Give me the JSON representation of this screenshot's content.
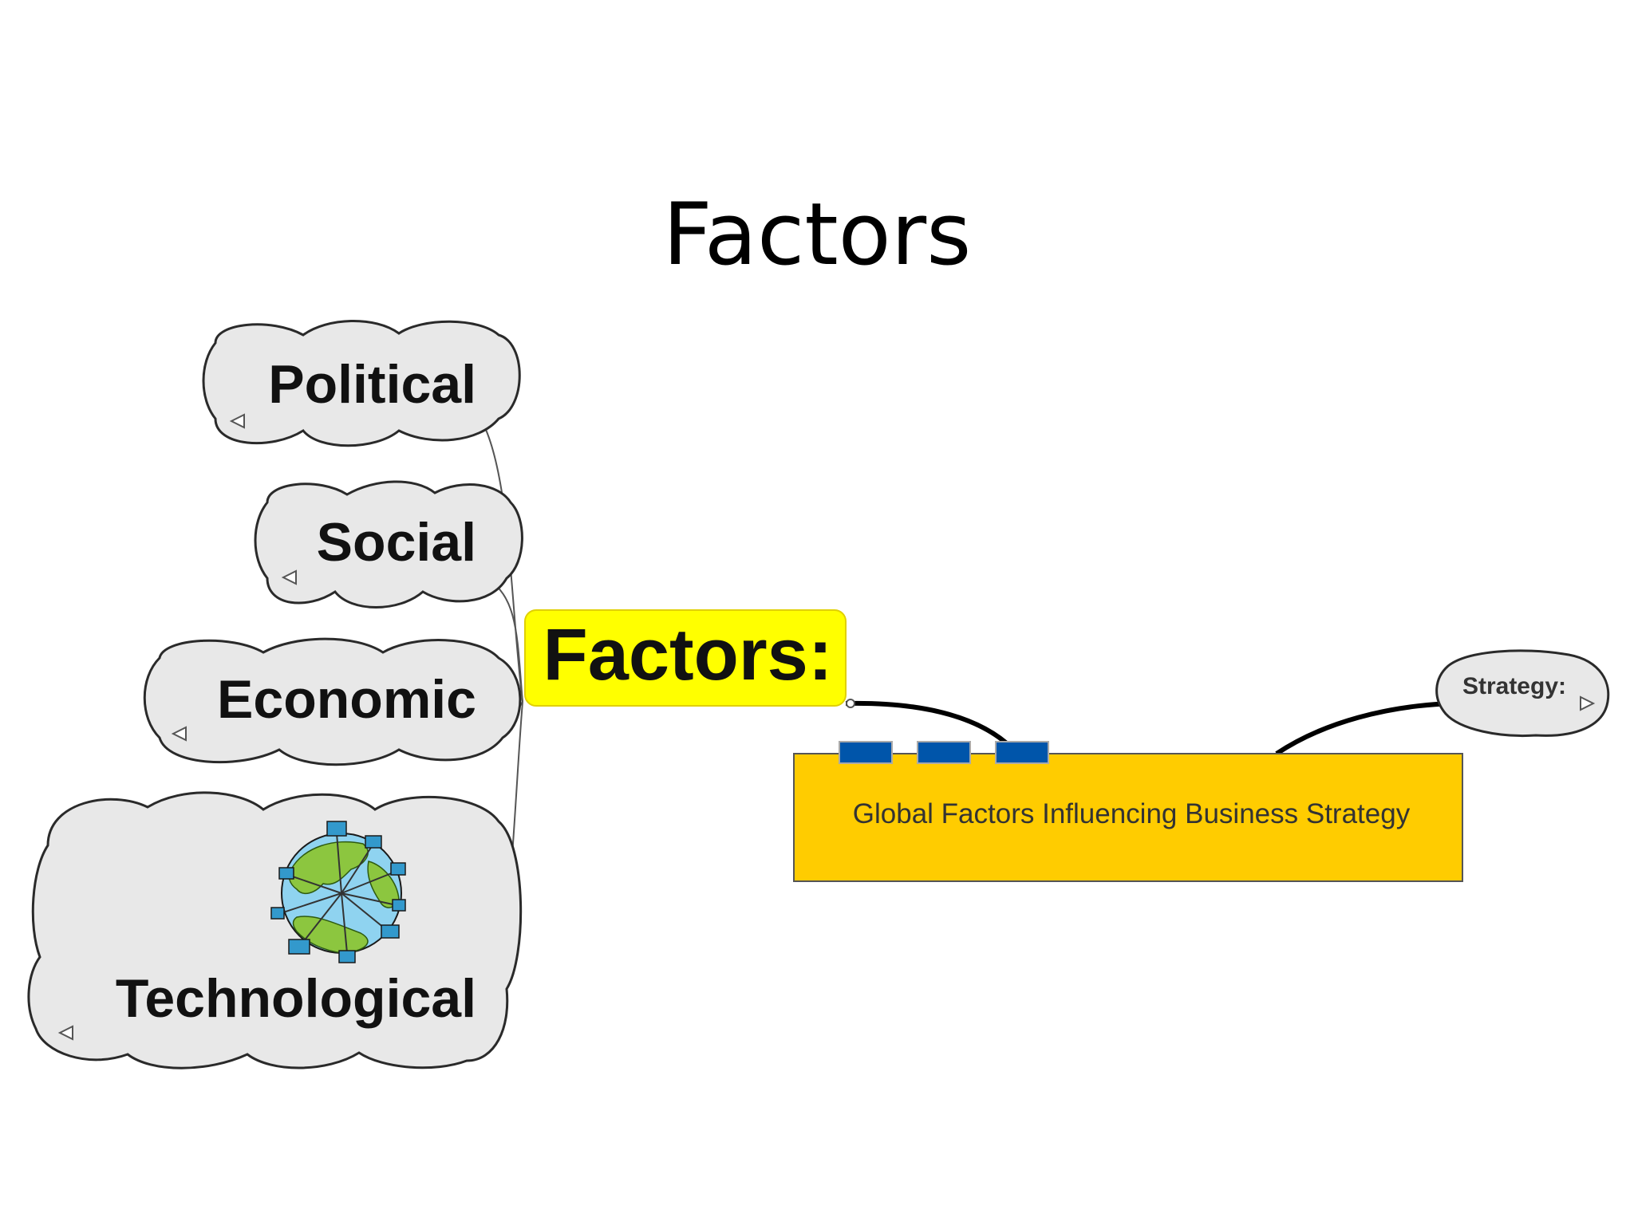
{
  "slide": {
    "title": "Factors"
  },
  "central_topic": {
    "label": "Factors:",
    "color": "#ffff00"
  },
  "factors": [
    {
      "label": "Political"
    },
    {
      "label": "Social"
    },
    {
      "label": "Economic"
    },
    {
      "label": "Technological",
      "icon": "globe-network-icon"
    }
  ],
  "main_box": {
    "label": "Global Factors Influencing Business Strategy",
    "color": "#ffcc00",
    "tab_color": "#0055aa"
  },
  "strategy_node": {
    "label": "Strategy:"
  },
  "colors": {
    "cloud_fill": "#e8e8e8",
    "globe_ocean": "#8fd3f0",
    "globe_land": "#8cc63f",
    "computer_screen": "#3399cc"
  }
}
